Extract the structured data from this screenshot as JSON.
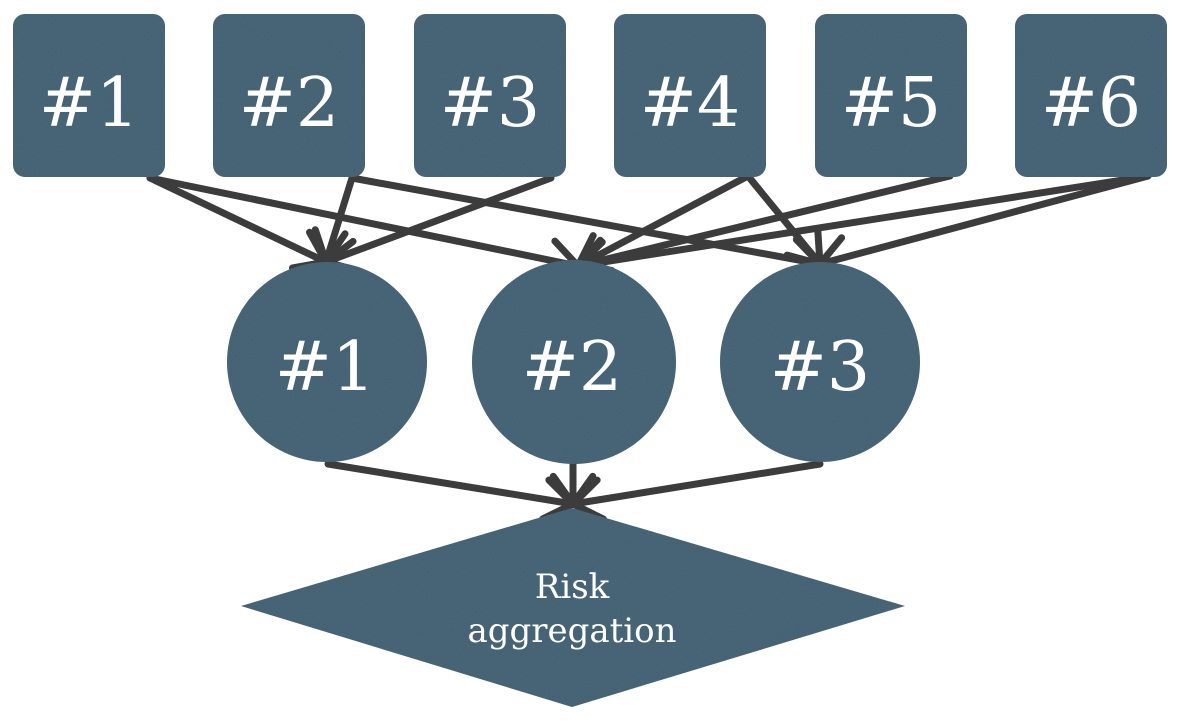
{
  "inputs": [
    {
      "label": "#1"
    },
    {
      "label": "#2"
    },
    {
      "label": "#3"
    },
    {
      "label": "#4"
    },
    {
      "label": "#5"
    },
    {
      "label": "#6"
    }
  ],
  "groups": [
    {
      "label": "#1"
    },
    {
      "label": "#2"
    },
    {
      "label": "#3"
    }
  ],
  "aggregation": {
    "line1": "Risk",
    "line2": "aggregation"
  },
  "edges_inputs_to_groups": [
    {
      "from": 1,
      "to": 1
    },
    {
      "from": 1,
      "to": 2
    },
    {
      "from": 2,
      "to": 1
    },
    {
      "from": 2,
      "to": 3
    },
    {
      "from": 3,
      "to": 1
    },
    {
      "from": 4,
      "to": 2
    },
    {
      "from": 4,
      "to": 3
    },
    {
      "from": 5,
      "to": 2
    },
    {
      "from": 6,
      "to": 2
    },
    {
      "from": 6,
      "to": 3
    }
  ],
  "edges_groups_to_aggregation": [
    1,
    2,
    3
  ],
  "colors": {
    "node_fill": "#4b6a7d",
    "node_fill_dark": "#3f5c6e",
    "arrow": "#3c3c3c",
    "text": "#ffffff"
  }
}
